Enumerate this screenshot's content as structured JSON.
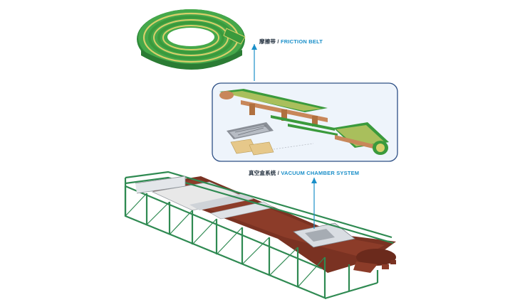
{
  "labels": {
    "friction_belt": {
      "cn": "摩擦带",
      "sep": " / ",
      "en": "FRICTION BELT"
    },
    "vacuum_chamber": {
      "cn": "真空盒系统",
      "sep": " / ",
      "en": "VACUUM CHAMBER SYSTEM"
    }
  },
  "colors": {
    "belt_green": "#3a9a3c",
    "belt_yellow": "#d8cf6a",
    "frame_green": "#2f8a52",
    "filter_cloth": "#7a3222",
    "inset_border": "#2d4f85",
    "inset_bg": "#eef4fb",
    "copper": "#c8875a",
    "accent_blue": "#1a8fc9"
  },
  "icons": [
    "friction-belt-coil",
    "vacuum-chamber-exploded",
    "belt-filter-machine"
  ]
}
